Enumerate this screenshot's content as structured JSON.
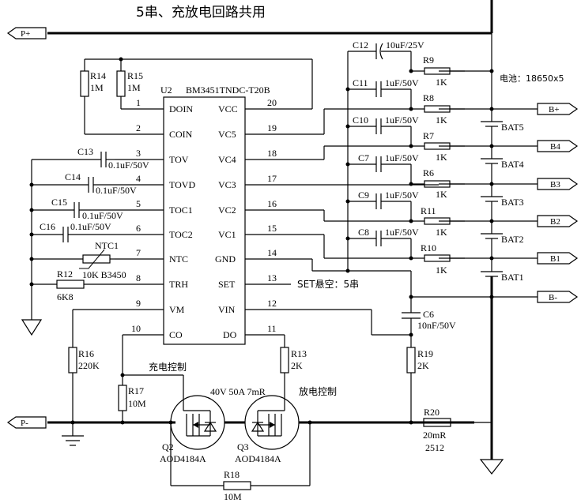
{
  "title": "5串、充放电回路共用",
  "battery_note": "电池：18650x5",
  "ic": {
    "ref": "U2",
    "part": "BM3451TNDC-T20B",
    "left_pins": [
      {
        "num": "1",
        "name": "DOIN"
      },
      {
        "num": "2",
        "name": "COIN"
      },
      {
        "num": "3",
        "name": "TOV"
      },
      {
        "num": "4",
        "name": "TOVD"
      },
      {
        "num": "5",
        "name": "TOC1"
      },
      {
        "num": "6",
        "name": "TOC2"
      },
      {
        "num": "7",
        "name": "NTC"
      },
      {
        "num": "8",
        "name": "TRH"
      },
      {
        "num": "9",
        "name": "VM"
      },
      {
        "num": "10",
        "name": "CO"
      }
    ],
    "right_pins": [
      {
        "num": "20",
        "name": "VCC"
      },
      {
        "num": "19",
        "name": "VC5"
      },
      {
        "num": "18",
        "name": "VC4"
      },
      {
        "num": "17",
        "name": "VC3"
      },
      {
        "num": "16",
        "name": "VC2"
      },
      {
        "num": "15",
        "name": "VC1"
      },
      {
        "num": "14",
        "name": "GND"
      },
      {
        "num": "13",
        "name": "SET"
      },
      {
        "num": "12",
        "name": "VIN"
      },
      {
        "num": "11",
        "name": "DO"
      }
    ]
  },
  "set_note": "SET悬空：5串",
  "terminals": {
    "p_plus": "P+",
    "p_minus": "P-",
    "b_plus": "B+",
    "b4": "B4",
    "b3": "B3",
    "b2": "B2",
    "b1": "B1",
    "b_minus": "B-"
  },
  "top_caps": [
    {
      "ref": "C12",
      "value": "10uF/25V"
    },
    {
      "ref": "C11",
      "value": "1uF/50V"
    },
    {
      "ref": "C10",
      "value": "1uF/50V"
    },
    {
      "ref": "C7",
      "value": "1uF/50V"
    },
    {
      "ref": "C9",
      "value": "1uF/50V"
    },
    {
      "ref": "C8",
      "value": "1uF/50V"
    }
  ],
  "cell_resistors": [
    {
      "ref": "R9",
      "value": "1K"
    },
    {
      "ref": "R8",
      "value": "1K"
    },
    {
      "ref": "R7",
      "value": "1K"
    },
    {
      "ref": "R6",
      "value": "1K"
    },
    {
      "ref": "R11",
      "value": "1K"
    },
    {
      "ref": "R10",
      "value": "1K"
    }
  ],
  "batteries": [
    "BAT5",
    "BAT4",
    "BAT3",
    "BAT2",
    "BAT1"
  ],
  "left_caps": [
    {
      "ref": "C13",
      "value": "0.1uF/50V"
    },
    {
      "ref": "C14",
      "value": "0.1uF/50V"
    },
    {
      "ref": "C15",
      "value": "0.1uF/50V"
    },
    {
      "ref": "C16",
      "value": "0.1uF/50V"
    }
  ],
  "r14": {
    "ref": "R14",
    "value": "1M"
  },
  "r15": {
    "ref": "R15",
    "value": "1M"
  },
  "ntc": {
    "ref": "NTC1",
    "value": "10K B3450"
  },
  "r12": {
    "ref": "R12",
    "value": "6K8"
  },
  "r16": {
    "ref": "R16",
    "value": "220K"
  },
  "r17": {
    "ref": "R17",
    "value": "10M"
  },
  "r13": {
    "ref": "R13",
    "value": "2K"
  },
  "r19": {
    "ref": "R19",
    "value": "2K"
  },
  "r18": {
    "ref": "R18",
    "value": "10M"
  },
  "r20": {
    "ref": "R20",
    "value": "20mR",
    "extra": "2512"
  },
  "c6": {
    "ref": "C6",
    "value": "10nF/50V"
  },
  "charge_ctrl": "充电控制",
  "discharge_ctrl": "放电控制",
  "mosfet_spec": "40V 50A 7mR",
  "q2": {
    "ref": "Q2",
    "part": "AOD4184A"
  },
  "q3": {
    "ref": "Q3",
    "part": "AOD4184A"
  }
}
